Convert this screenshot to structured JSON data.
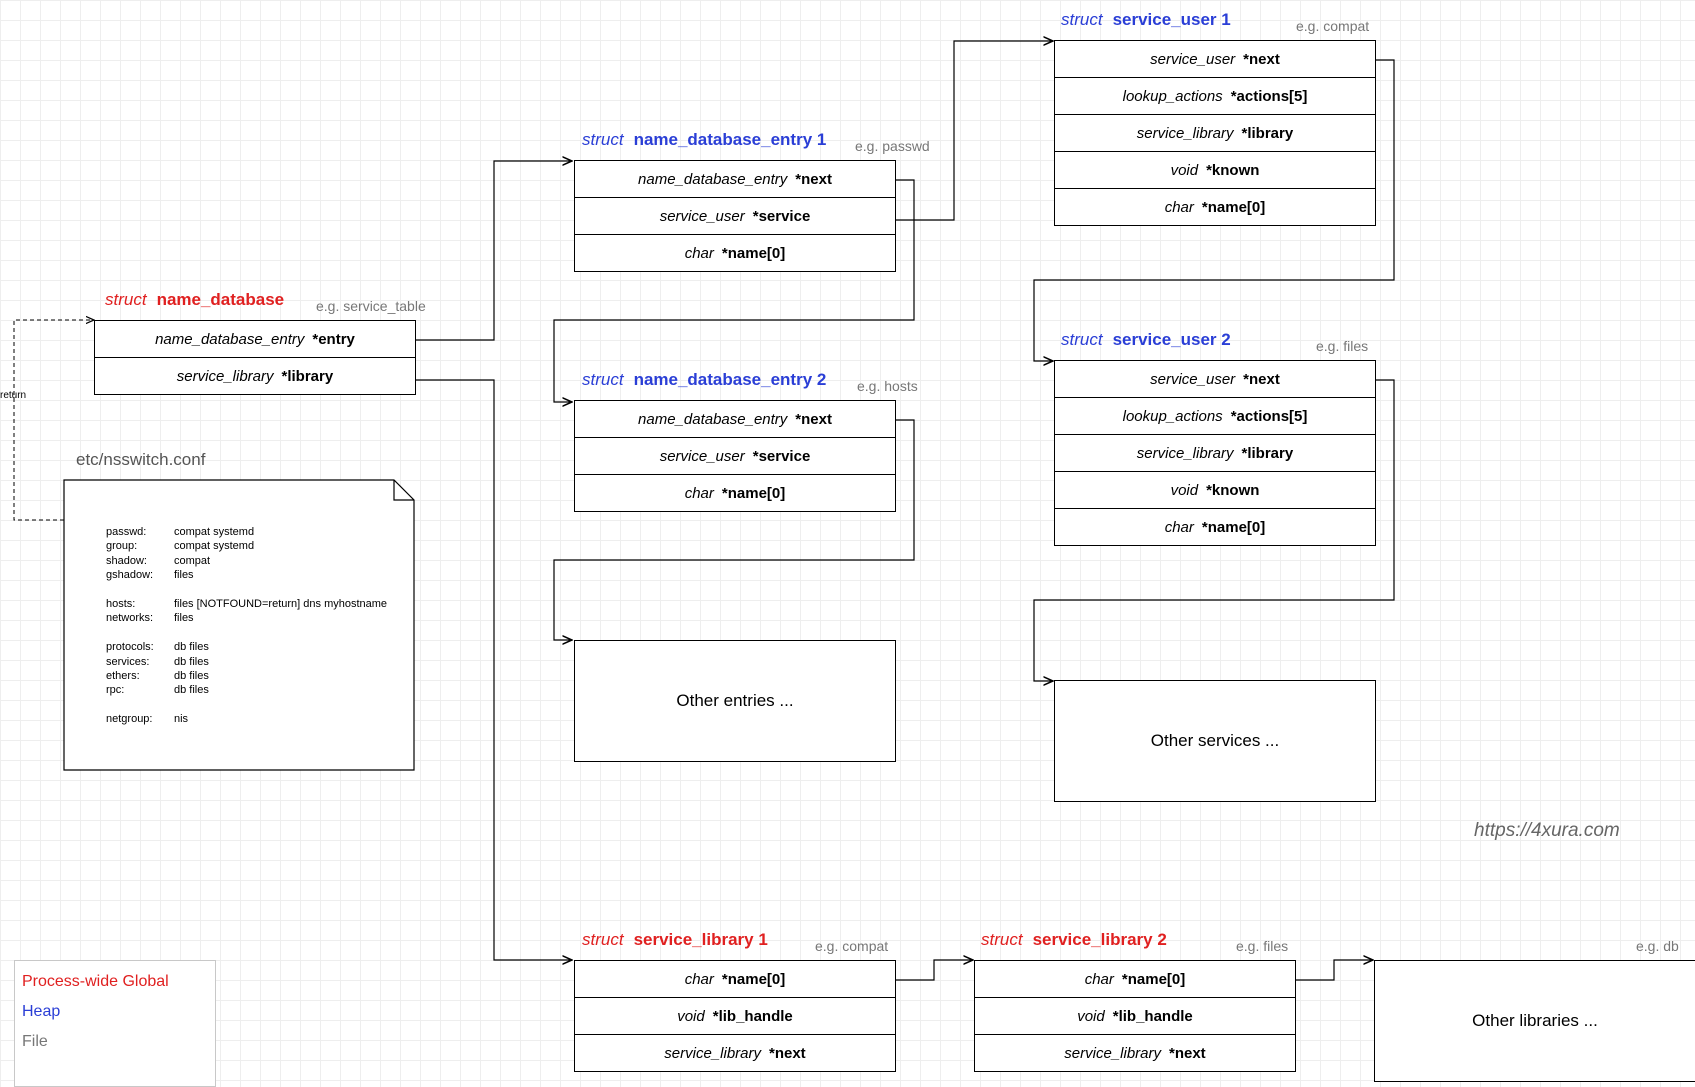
{
  "colors": {
    "global": "#e02020",
    "heap": "#2a3ed6",
    "file": "#777777"
  },
  "structs": {
    "name_database": {
      "keyword": "struct",
      "name": "name_database",
      "example": "e.g. service_table",
      "fields": [
        {
          "type": "name_database_entry",
          "field": "*entry"
        },
        {
          "type": "service_library",
          "field": "*library"
        }
      ]
    },
    "entry1": {
      "keyword": "struct",
      "name": "name_database_entry 1",
      "example": "e.g. passwd",
      "fields": [
        {
          "type": "name_database_entry",
          "field": "*next"
        },
        {
          "type": "service_user",
          "field": "*service"
        },
        {
          "type": "char",
          "field": "*name[0]"
        }
      ]
    },
    "entry2": {
      "keyword": "struct",
      "name": "name_database_entry 2",
      "example": "e.g. hosts",
      "fields": [
        {
          "type": "name_database_entry",
          "field": "*next"
        },
        {
          "type": "service_user",
          "field": "*service"
        },
        {
          "type": "char",
          "field": "*name[0]"
        }
      ]
    },
    "user1": {
      "keyword": "struct",
      "name": "service_user 1",
      "example": "e.g. compat",
      "fields": [
        {
          "type": "service_user",
          "field": "*next"
        },
        {
          "type": "lookup_actions",
          "field": "*actions[5]"
        },
        {
          "type": "service_library",
          "field": "*library"
        },
        {
          "type": "void",
          "field": "*known"
        },
        {
          "type": "char",
          "field": "*name[0]"
        }
      ]
    },
    "user2": {
      "keyword": "struct",
      "name": "service_user 2",
      "example": "e.g. files",
      "fields": [
        {
          "type": "service_user",
          "field": "*next"
        },
        {
          "type": "lookup_actions",
          "field": "*actions[5]"
        },
        {
          "type": "service_library",
          "field": "*library"
        },
        {
          "type": "void",
          "field": "*known"
        },
        {
          "type": "char",
          "field": "*name[0]"
        }
      ]
    },
    "lib1": {
      "keyword": "struct",
      "name": "service_library 1",
      "example": "e.g. compat",
      "fields": [
        {
          "type": "char",
          "field": "*name[0]"
        },
        {
          "type": "void",
          "field": "*lib_handle"
        },
        {
          "type": "service_library",
          "field": "*next"
        }
      ]
    },
    "lib2": {
      "keyword": "struct",
      "name": "service_library 2",
      "example": "e.g. files",
      "fields": [
        {
          "type": "char",
          "field": "*name[0]"
        },
        {
          "type": "void",
          "field": "*lib_handle"
        },
        {
          "type": "service_library",
          "field": "*next"
        }
      ]
    }
  },
  "other_entries": "Other entries ...",
  "other_services": "Other services ...",
  "other_libraries": {
    "label": "Other libraries ...",
    "example": "e.g. db"
  },
  "nsswitch": {
    "title": "etc/nsswitch.conf",
    "lines": [
      {
        "key": "passwd:",
        "value": "compat systemd"
      },
      {
        "key": "group:",
        "value": "compat systemd"
      },
      {
        "key": "shadow:",
        "value": "compat"
      },
      {
        "key": "gshadow:",
        "value": "files"
      },
      {
        "key": "",
        "value": ""
      },
      {
        "key": "hosts:",
        "value": "files [NOTFOUND=return] dns myhostname"
      },
      {
        "key": "networks:",
        "value": "files"
      },
      {
        "key": "",
        "value": ""
      },
      {
        "key": "protocols:",
        "value": "db files"
      },
      {
        "key": "services:",
        "value": "db files"
      },
      {
        "key": "ethers:",
        "value": "db files"
      },
      {
        "key": "rpc:",
        "value": "db files"
      },
      {
        "key": "",
        "value": ""
      },
      {
        "key": "netgroup:",
        "value": "nis"
      }
    ]
  },
  "return_label": "return",
  "legend": {
    "global": "Process-wide Global",
    "heap": "Heap",
    "file": "File"
  },
  "url": "https://4xura.com"
}
